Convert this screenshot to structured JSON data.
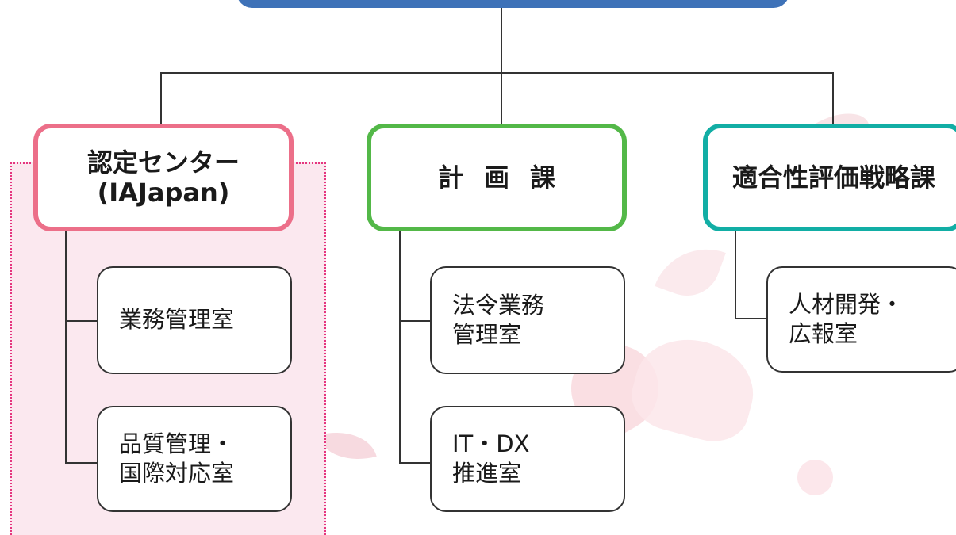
{
  "departments": {
    "certification": "認定センター\n(IAJapan)",
    "planning": "計画課",
    "conformity": "適合性評価戦略課"
  },
  "offices": {
    "business_management": "業務管理室",
    "quality_international": "品質管理・\n国際対応室",
    "legal_affairs": "法令業務\n管理室",
    "it_dx": "IT・DX\n推進室",
    "hr_pr": "人材開発・\n広報室"
  },
  "colors": {
    "top_bar": "#3e72b8",
    "certification_border": "#ec6f89",
    "planning_border": "#53b848",
    "conformity_border": "#12aea5",
    "panel_fill": "#fbe8ef"
  }
}
